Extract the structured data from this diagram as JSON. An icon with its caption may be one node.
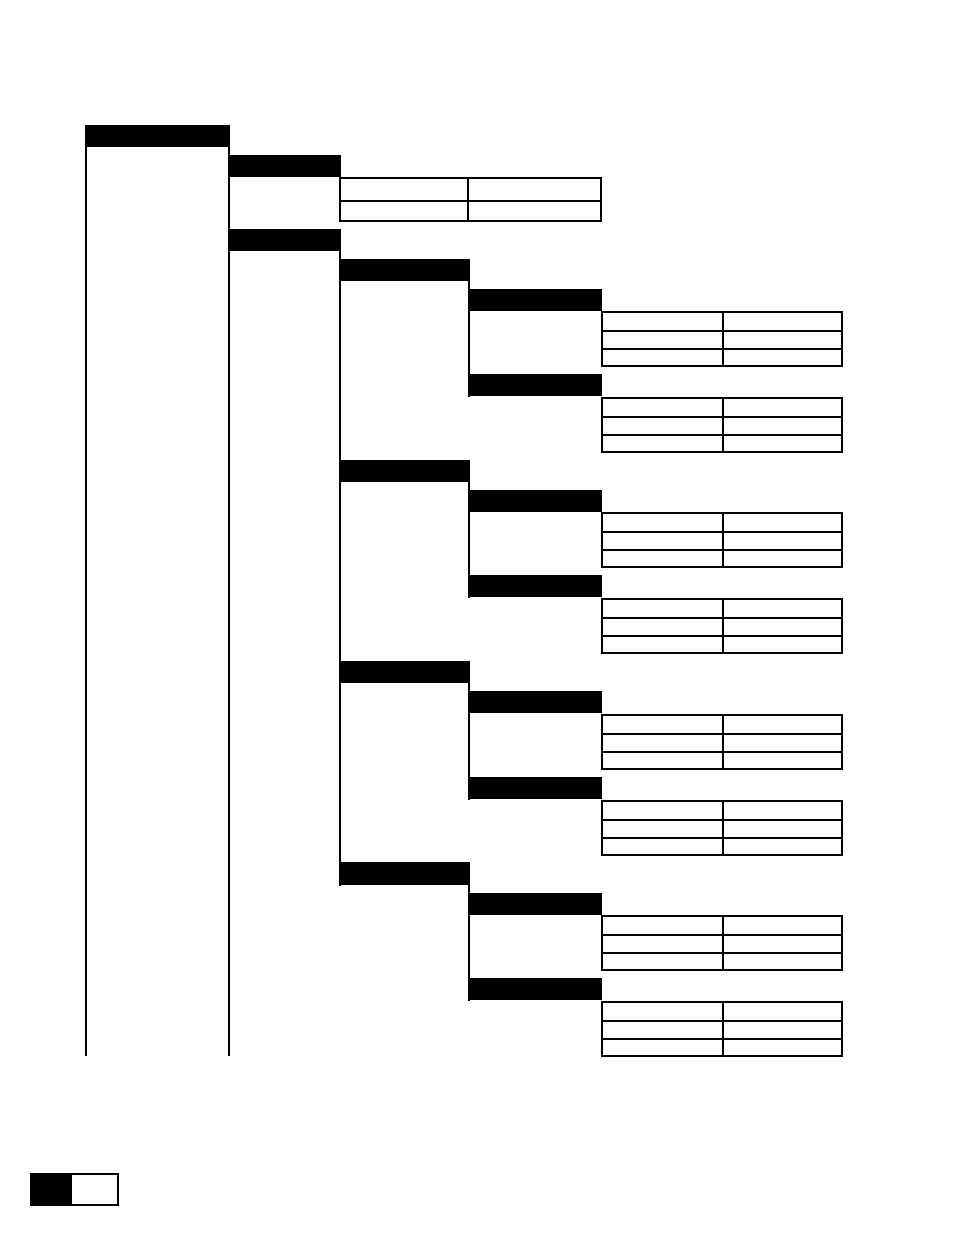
{
  "diagram": {
    "nodes": [
      {
        "text": [],
        "shape": "bar"
      },
      {
        "text": [],
        "shape": "bar"
      },
      {
        "text": [],
        "shape": "table"
      },
      {
        "text": [],
        "shape": "bar"
      },
      {
        "text": [],
        "shape": "bar"
      },
      {
        "text": [],
        "shape": "bar"
      },
      {
        "text": [],
        "shape": "table"
      },
      {
        "text": [],
        "shape": "bar"
      },
      {
        "text": [],
        "shape": "table"
      },
      {
        "text": [],
        "shape": "bar"
      },
      {
        "text": [],
        "shape": "bar"
      },
      {
        "text": [],
        "shape": "table"
      },
      {
        "text": [],
        "shape": "bar"
      },
      {
        "text": [],
        "shape": "table"
      },
      {
        "text": [],
        "shape": "bar"
      },
      {
        "text": [],
        "shape": "bar"
      },
      {
        "text": [],
        "shape": "table"
      },
      {
        "text": [],
        "shape": "bar"
      },
      {
        "text": [],
        "shape": "table"
      },
      {
        "text": [],
        "shape": "bar"
      },
      {
        "text": [],
        "shape": "bar"
      },
      {
        "text": [],
        "shape": "table"
      },
      {
        "text": [],
        "shape": "bar"
      },
      {
        "text": [],
        "shape": "table"
      }
    ]
  }
}
